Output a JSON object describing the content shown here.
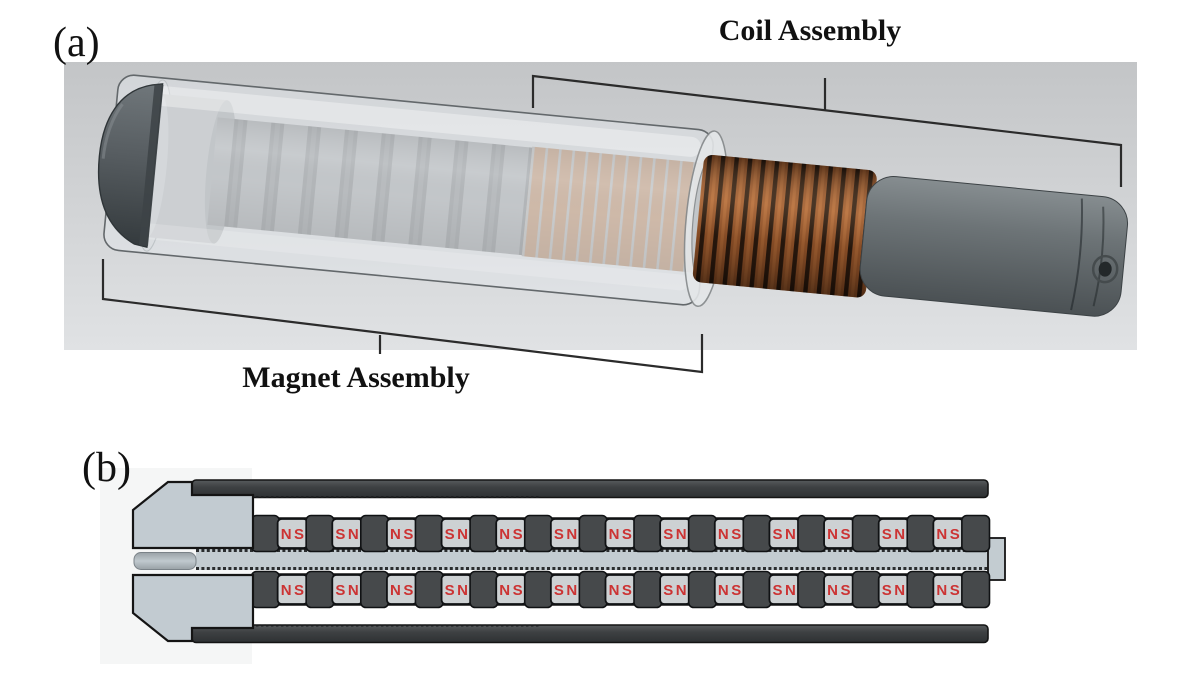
{
  "figure": {
    "panel_a": {
      "label": "(a)",
      "coil_annotation": "Coil Assembly",
      "magnet_annotation": "Magnet Assembly"
    },
    "panel_b": {
      "label": "(b)",
      "magnet_rows": {
        "top": [
          "NS",
          "SN",
          "NS",
          "SN",
          "NS",
          "SN",
          "NS",
          "SN",
          "NS",
          "SN",
          "NS",
          "SN",
          "NS"
        ],
        "bottom": [
          "NS",
          "SN",
          "NS",
          "SN",
          "NS",
          "SN",
          "NS",
          "SN",
          "NS",
          "SN",
          "NS",
          "SN",
          "NS"
        ]
      }
    },
    "colors": {
      "panel_a_bg_top": "#c3c5c7",
      "panel_a_bg_bottom": "#e0e2e4",
      "bracket_line": "#2b2b2b",
      "coil_copper_dark": "#9a5a2e",
      "coil_copper_light": "#bd8e69",
      "metal_dark": "#4e5457",
      "bar_dark": "#3e4143",
      "cap_blue_gray": "#c2cbd1",
      "magnet_fill": "#cdd1d3",
      "magnet_label_red": "#cc3333"
    }
  }
}
